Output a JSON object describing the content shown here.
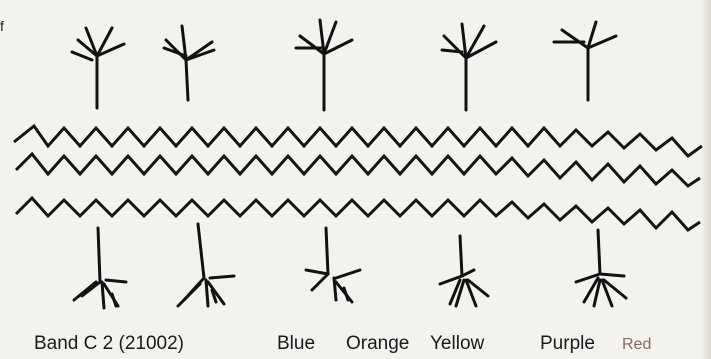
{
  "figure": {
    "corner_mark": "f",
    "labels": {
      "band": "Band C 2 (21002)",
      "blue": "Blue",
      "orange": "Orange",
      "yellow": "Yellow",
      "purple": "Purple",
      "red": "Red"
    }
  }
}
